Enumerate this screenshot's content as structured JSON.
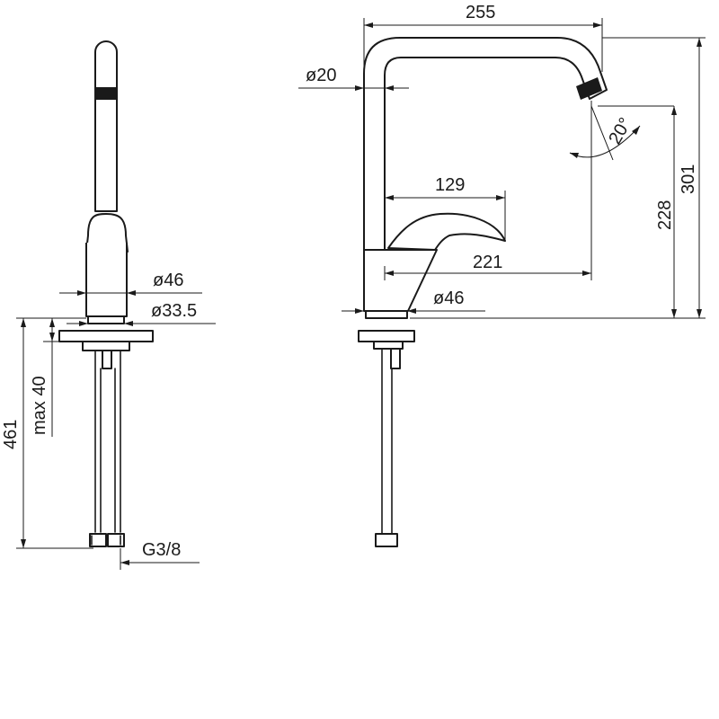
{
  "side_view": {
    "spout_width": "255",
    "spout_diameter": "ø20",
    "spout_angle": "20°",
    "lever_reach": "129",
    "spout_reach": "221",
    "body_diameter": "ø46",
    "outlet_height": "228",
    "overall_height": "301"
  },
  "front_view": {
    "body_diameter": "ø46",
    "hole_diameter": "ø33.5",
    "max_deck_thickness": "max 40",
    "hose_length": "461",
    "connection_thread": "G3/8"
  }
}
